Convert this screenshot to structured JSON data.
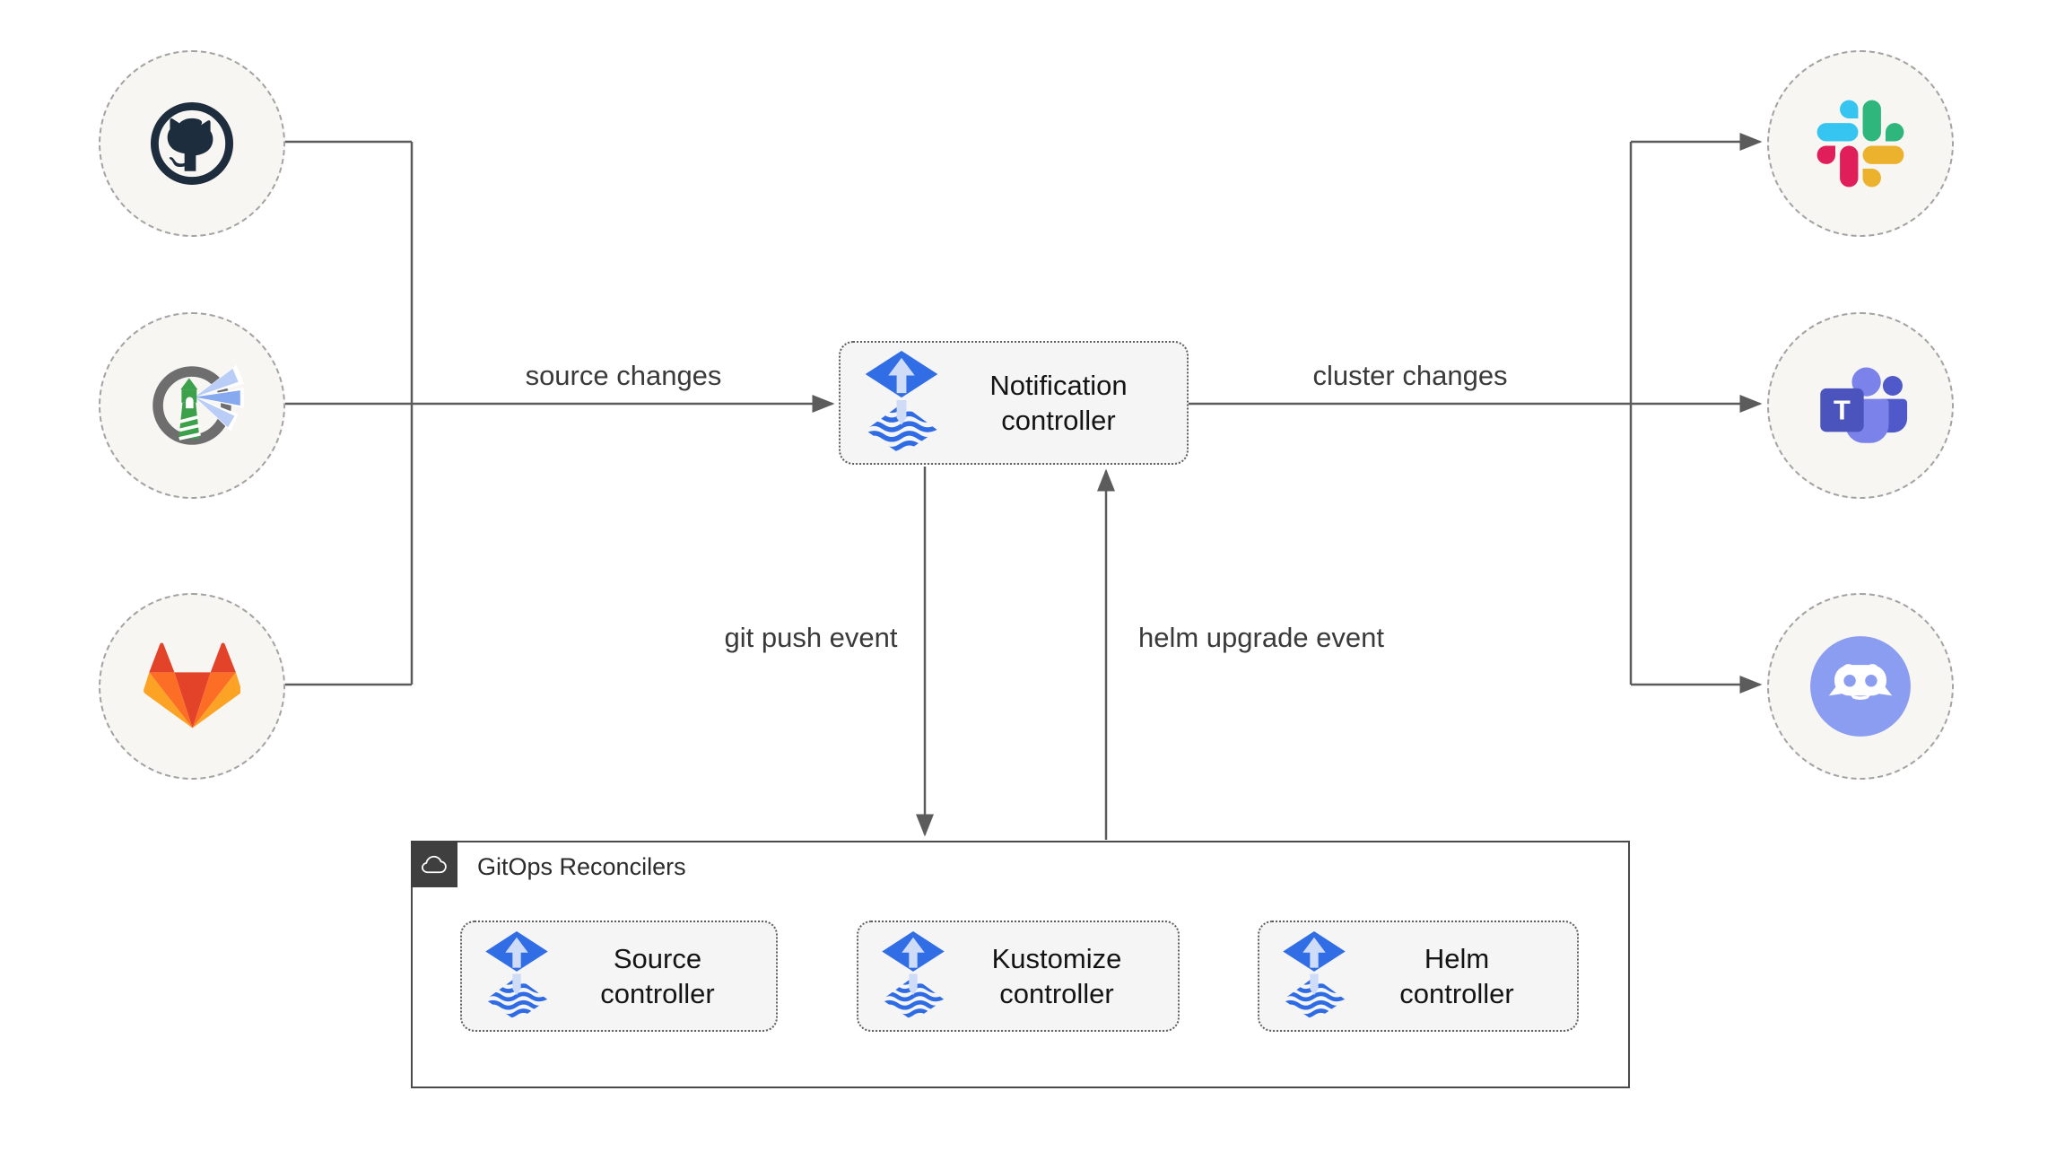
{
  "edges": {
    "source_changes": "source changes",
    "cluster_changes": "cluster changes",
    "git_push_event": "git push event",
    "helm_upgrade_event": "helm upgrade event"
  },
  "controllers": {
    "notification": {
      "line1": "Notification",
      "line2": "controller",
      "icon": "flux-icon"
    }
  },
  "reconcilers": {
    "title": "GitOps Reconcilers",
    "header_icon": "cloud-icon",
    "boxes": [
      {
        "line1": "Source",
        "line2": "controller",
        "icon": "flux-icon"
      },
      {
        "line1": "Kustomize",
        "line2": "controller",
        "icon": "flux-icon"
      },
      {
        "line1": "Helm",
        "line2": "controller",
        "icon": "flux-icon"
      }
    ]
  },
  "source_icons": [
    "github-icon",
    "harbor-icon",
    "gitlab-icon"
  ],
  "target_icons": [
    "slack-icon",
    "teams-icon",
    "discord-icon"
  ],
  "colors": {
    "connector": "#5c5c5c",
    "node_bg": "#f7f6f3",
    "node_border": "#a3a3a3",
    "box_bg": "#f5f5f5",
    "box_border": "#5e5e5e",
    "flux_blue": "#316de4",
    "flux_arrow": "#cfdcf8",
    "github": "#1d2d3e",
    "harbor_green": "#3da14b",
    "harbor_gray": "#6e6e6e",
    "harbor_beam": "#8fb0f2",
    "gitlab": [
      "#e24329",
      "#fc6d26",
      "#fca326"
    ],
    "slack": [
      "#36C5F0",
      "#2EB67D",
      "#ECB22E",
      "#E01E5A"
    ],
    "teams": [
      "#4b53bc",
      "#7b83eb",
      "#5059c9"
    ],
    "discord": "#8b9df0",
    "container_header_bg": "#3f3f3f"
  }
}
